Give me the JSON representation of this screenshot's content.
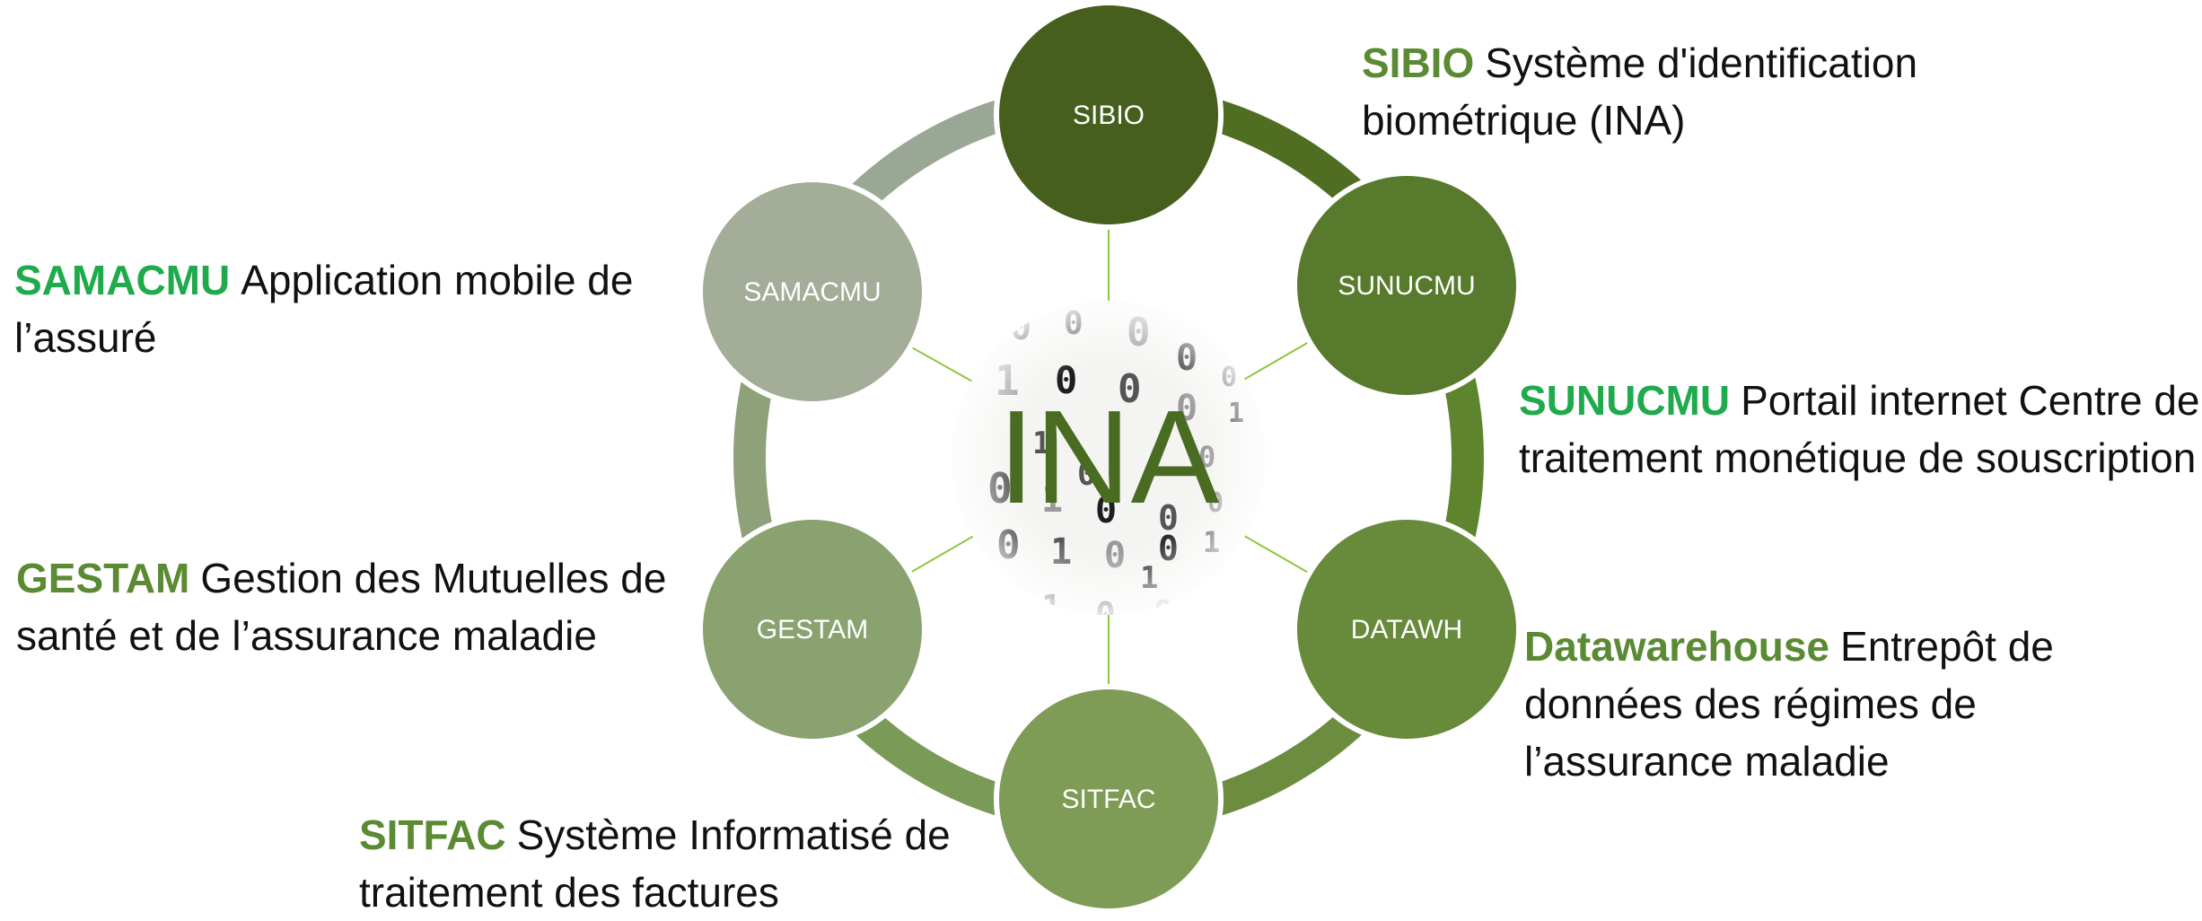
{
  "center": {
    "label": "INA"
  },
  "binary_digits": [
    "0",
    "0",
    "0",
    "0",
    "0",
    "1",
    "0",
    "0",
    "0",
    "1",
    "0",
    "1",
    "0",
    "0",
    "0",
    "0",
    "1",
    "0",
    "0",
    "1",
    "0",
    "1",
    "0",
    "0",
    "1",
    "0",
    "0",
    "1",
    "1"
  ],
  "nodes": [
    {
      "id": "sibio",
      "label": "SIBIO",
      "color": "#465f1c"
    },
    {
      "id": "sunucmu",
      "label": "SUNUCMU",
      "color": "#587a2c"
    },
    {
      "id": "datawh",
      "label": "DATAWH",
      "color": "#678a3b"
    },
    {
      "id": "sitfac",
      "label": "SITFAC",
      "color": "#7e9c55"
    },
    {
      "id": "gestam",
      "label": "GESTAM",
      "color": "#8aa270"
    },
    {
      "id": "samacmu",
      "label": "SAMACMU",
      "color": "#a3ad98"
    }
  ],
  "ring_colors": [
    "#4f6e22",
    "#5f842e",
    "#6c8c40",
    "#7a9a58",
    "#8ea178",
    "#9ba795"
  ],
  "descriptions": {
    "sibio": {
      "key": "SIBIO",
      "text": "Système d'identification biométrique (INA)"
    },
    "samacmu": {
      "key": "SAMACMU",
      "text": "Application mobile de l’assuré"
    },
    "sunucmu": {
      "key": "SUNUCMU",
      "text": "Portail internet Centre de traitement monétique de souscription"
    },
    "gestam": {
      "key": "GESTAM",
      "text": "Gestion des Mutuelles de santé et de l’assurance maladie"
    },
    "datawh": {
      "key": "Datawarehouse",
      "text": "Entrepôt de données des régimes  de l’assurance maladie"
    },
    "sitfac": {
      "key": "SITFAC",
      "text": "Système Informatisé de traitement des factures"
    }
  },
  "colors": {
    "key_bright": "#1faa4b",
    "key_olive": "#5a8a32",
    "center_text": "#4a6b22",
    "spoke": "#8dc63f"
  }
}
